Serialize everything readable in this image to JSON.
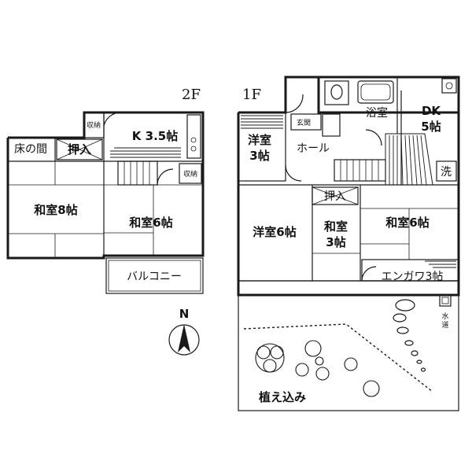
{
  "floors": {
    "second": "2F",
    "first": "1F"
  },
  "second_floor": {
    "tokonoma": "床の間",
    "oshiire": "押入",
    "shuno_top": "収納",
    "kitchen": "K 3.5帖",
    "shuno_mid": "収納",
    "washitsu8": "和室8帖",
    "washitsu6": "和室6帖",
    "balcony": "バルコニー"
  },
  "first_floor": {
    "genkan": "玄関",
    "yokushitsu": "浴室",
    "dk_name": "DK",
    "dk_size": "5帖",
    "yoshitsu3_name": "洋室",
    "yoshitsu3_size": "3帖",
    "hall": "ホール",
    "sen": "洗",
    "oshiire": "押入",
    "yoshitsu6": "洋室6帖",
    "washitsu3_name": "和室",
    "washitsu3_size": "3帖",
    "washitsu6": "和室6帖",
    "engawa": "エンガワ3帖",
    "suido_1": "水",
    "suido_2": "道",
    "garden": "植え込み"
  },
  "compass": {
    "north": "N"
  }
}
